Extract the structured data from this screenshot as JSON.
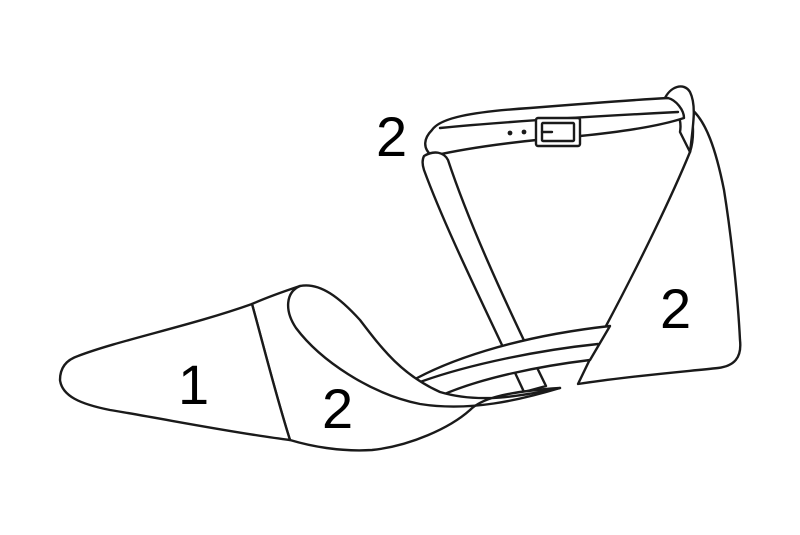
{
  "labels": {
    "toe": "1",
    "vamp": "2",
    "strap": "2",
    "heel": "2"
  },
  "colors": {
    "stroke": "#1a1a1a",
    "background": "#ffffff",
    "text": "#000000"
  }
}
